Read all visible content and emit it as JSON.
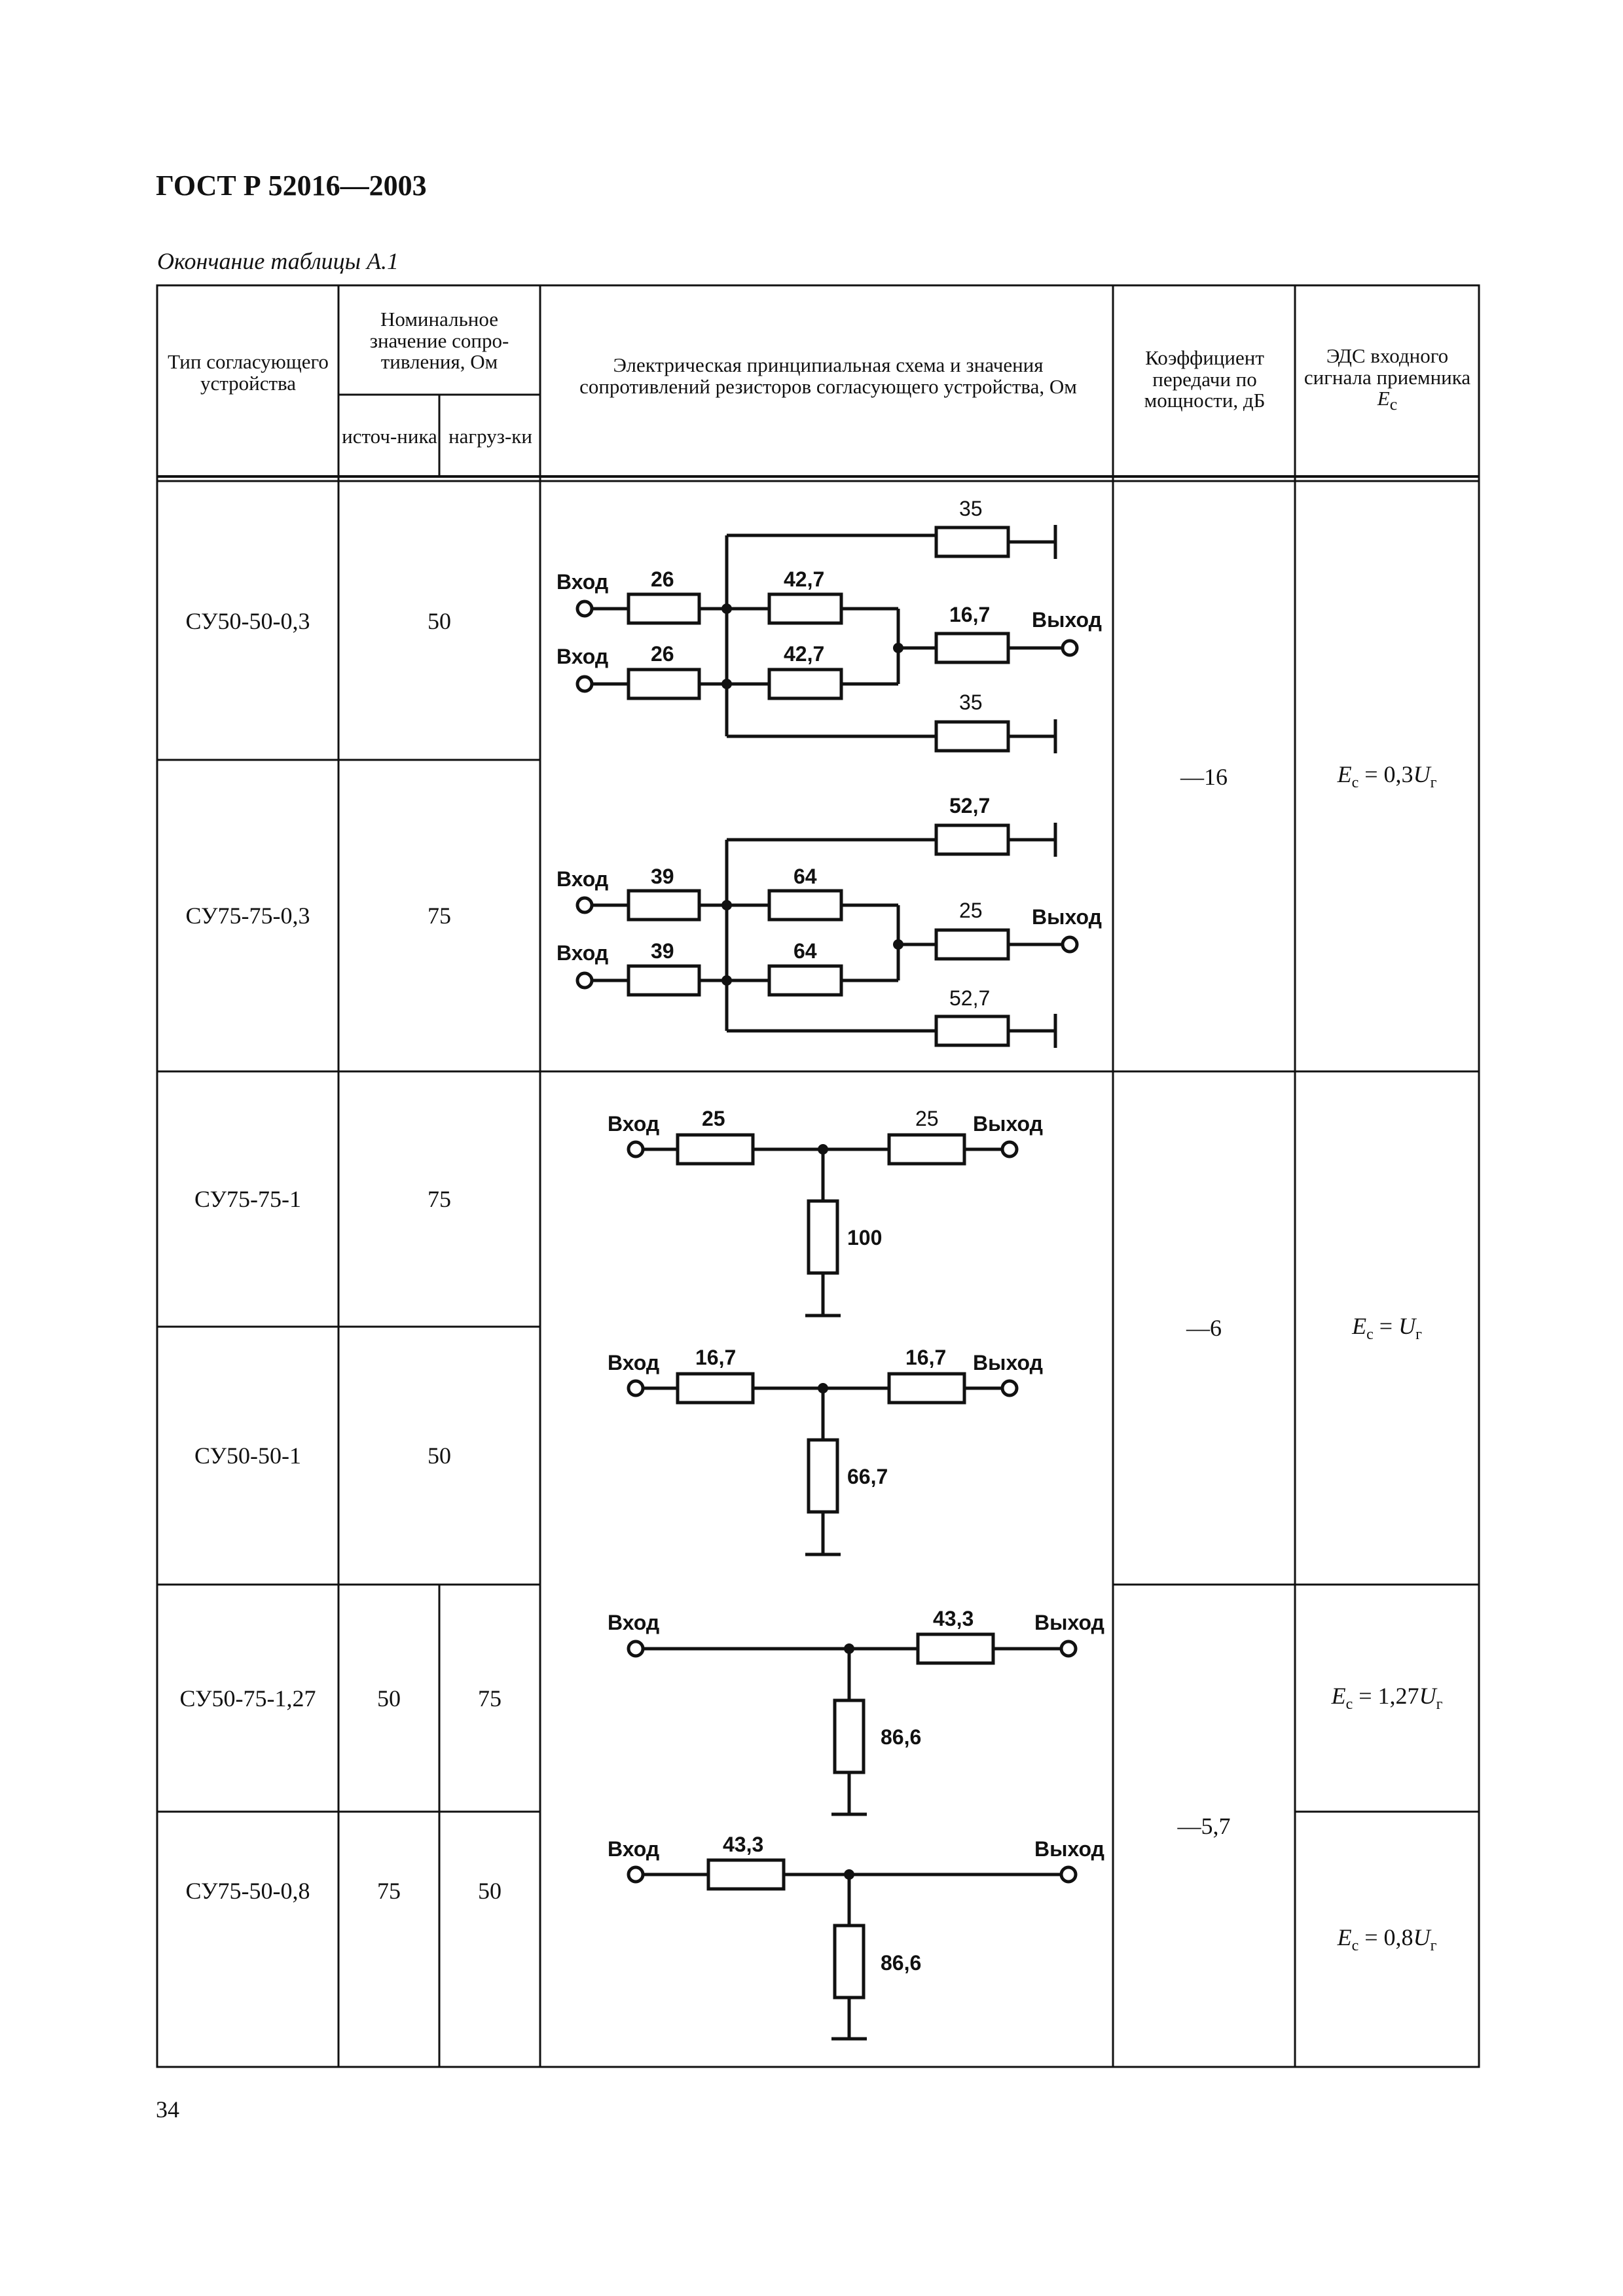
{
  "doc_header": "ГОСТ Р 52016—2003",
  "table_caption": "Окончание таблицы А.1",
  "page_number": "34",
  "table": {
    "header": {
      "col_type": "Тип согласующего устройства",
      "col_nominal": "Номинальное значение сопро-тивления, Ом",
      "col_source": "источ-ника",
      "col_load": "нагруз-ки",
      "col_scheme": "Электрическая принципиальная схема и значения сопротивлений резисторов согласующего устройства, Ом",
      "col_coef": "Коэффициент передачи по мощности, дБ",
      "col_emf": "ЭДС входного сигнала приемника",
      "col_emf_symbol": "E",
      "col_emf_sub": "с"
    },
    "rows": [
      {
        "type": "СУ50-50-0,3",
        "nominal": "50"
      },
      {
        "type": "СУ75-75-0,3",
        "nominal": "75"
      },
      {
        "type": "СУ75-75-1",
        "nominal": "75"
      },
      {
        "type": "СУ50-50-1",
        "nominal": "50"
      },
      {
        "type": "СУ50-75-1,27",
        "source": "50",
        "load": "75"
      },
      {
        "type": "СУ75-50-0,8",
        "source": "75",
        "load": "50"
      }
    ],
    "coefficients": [
      "—16",
      "—6",
      "—5,7"
    ],
    "emf": [
      {
        "lhs": "E",
        "lhs_sub": "с",
        "eq": " = 0,3",
        "rhs": "U",
        "rhs_sub": "г"
      },
      {
        "lhs": "E",
        "lhs_sub": "с",
        "eq": " = ",
        "rhs": "U",
        "rhs_sub": "г"
      },
      {
        "lhs": "E",
        "lhs_sub": "с",
        "eq": " = 1,27",
        "rhs": "U",
        "rhs_sub": "г"
      },
      {
        "lhs": "E",
        "lhs_sub": "с",
        "eq": " = 0,8",
        "rhs": "U",
        "rhs_sub": "г"
      }
    ]
  },
  "circuits": {
    "input_label": "Вход",
    "output_label": "Выход",
    "c1": {
      "series_in": "26",
      "series_mid": "42,7",
      "shunt": "35",
      "out": "16,7"
    },
    "c2": {
      "series_in": "39",
      "series_mid": "64",
      "shunt": "52,7",
      "out": "25"
    },
    "c3": {
      "left": "25",
      "right": "25",
      "shunt": "100"
    },
    "c4": {
      "left": "16,7",
      "right": "16,7",
      "shunt": "66,7"
    },
    "c5": {
      "right": "43,3",
      "shunt": "86,6"
    },
    "c6": {
      "left": "43,3",
      "shunt": "86,6"
    }
  }
}
